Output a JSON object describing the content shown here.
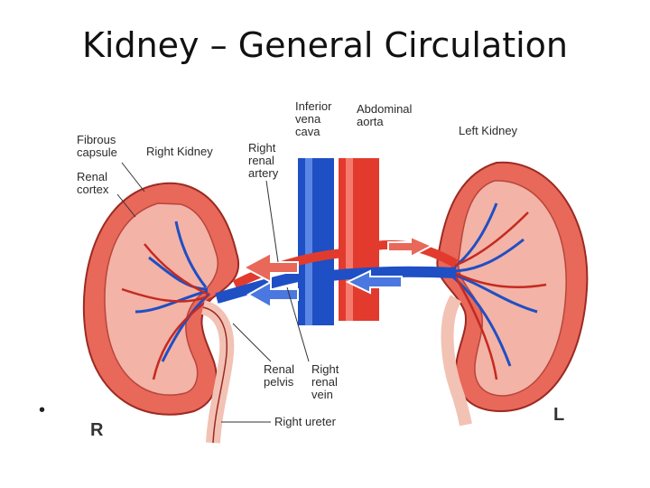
{
  "slide": {
    "title": "Kidney – General Circulation",
    "bullet": "•"
  },
  "labels": {
    "fibrous_capsule": [
      "Fibrous",
      "capsule"
    ],
    "right_kidney": "Right Kidney",
    "renal_cortex": [
      "Renal",
      "cortex"
    ],
    "right_renal_artery": [
      "Right",
      "renal",
      "artery"
    ],
    "inferior_vena_cava": [
      "Inferior",
      "vena",
      "cava"
    ],
    "abdominal_aorta": [
      "Abdominal",
      "aorta"
    ],
    "left_kidney": "Left Kidney",
    "renal_pelvis": [
      "Renal",
      "pelvis"
    ],
    "right_renal_vein": [
      "Right",
      "renal",
      "vein"
    ],
    "right_ureter": "Right ureter",
    "side_right": "R",
    "side_left": "L"
  },
  "colors": {
    "artery": "#e23b2e",
    "vein": "#1f4fc4",
    "kidney_tissue": "#e8685a",
    "medulla": "#f3b3a6"
  }
}
